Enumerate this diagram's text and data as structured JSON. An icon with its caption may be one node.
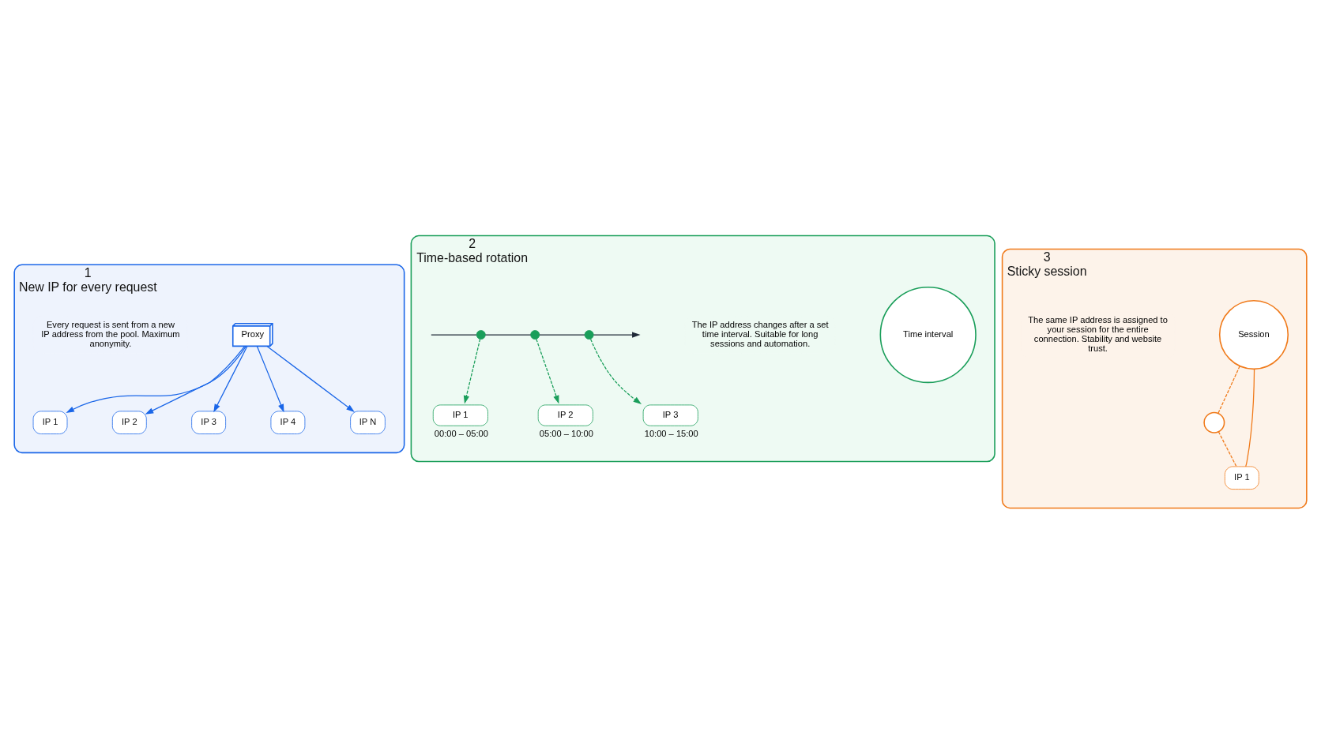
{
  "diagram": {
    "nodes": [
      {
        "text": [
          "1",
          "New IP for every request"
        ]
      },
      {
        "text": [
          "Proxy"
        ],
        "in": 0
      },
      {
        "text": [
          "IP 1"
        ],
        "in": 0
      },
      {
        "text": [
          "IP 2"
        ],
        "in": 0
      },
      {
        "text": [
          "IP 3"
        ],
        "in": 0
      },
      {
        "text": [
          "IP 4"
        ],
        "in": 0
      },
      {
        "text": [
          "IP N"
        ],
        "in": 0
      },
      {
        "text": [
          "Every request is sent from a new IP address from the pool. Maximum anonymity."
        ],
        "in": 0
      },
      {
        "text": [
          "2",
          "Time-based rotation"
        ]
      },
      {
        "text": [
          "Time interval"
        ],
        "in": 8
      },
      {
        "text": [],
        "shape": "circle",
        "in": 8
      },
      {
        "text": [],
        "shape": "circle",
        "in": 8
      },
      {
        "text": [],
        "shape": "circle",
        "in": 8
      },
      {
        "text": [
          "IP 1"
        ],
        "beside": [
          "00:00 – 05:00"
        ],
        "in": 8
      },
      {
        "text": [
          "IP 2"
        ],
        "beside": [
          "05:00 – 10:00"
        ],
        "in": 8
      },
      {
        "text": [
          "IP 3"
        ],
        "beside": [
          "10:00 – 15:00"
        ],
        "in": 8
      },
      {
        "text": [
          "The IP address changes after a set time interval. Suitable for long sessions and automation."
        ],
        "in": 8
      },
      {
        "text": [
          "3",
          "Sticky session"
        ]
      },
      {
        "text": [],
        "shape": "circle",
        "in": 17
      },
      {
        "text": [
          "Session"
        ],
        "in": 17
      },
      {
        "text": [
          "IP 1"
        ],
        "in": 17
      },
      {
        "text": [
          "The same IP address is assigned to your session for the entire connection. Stability and website trust."
        ],
        "in": 17
      }
    ],
    "edges": [
      {
        "from": 1,
        "to": 2,
        "arrow": "to",
        "color": "#1a66e8"
      },
      {
        "from": 1,
        "to": 3,
        "arrow": "to",
        "color": "#1a66e8"
      },
      {
        "from": 1,
        "to": 4,
        "arrow": "to",
        "color": "#1a66e8"
      },
      {
        "from": 1,
        "to": 5,
        "arrow": "to",
        "color": "#1a66e8"
      },
      {
        "from": 1,
        "to": 6,
        "arrow": "to",
        "color": "#1a66e8"
      },
      {
        "from": null,
        "to": 10,
        "arrow": "none",
        "color": "#1f2937"
      },
      {
        "from": 10,
        "to": 11,
        "arrow": "none",
        "color": "#1f2937"
      },
      {
        "from": 11,
        "to": 12,
        "arrow": "none",
        "color": "#1f2937"
      },
      {
        "from": 12,
        "to": null,
        "arrow": "to",
        "color": "#1f2937"
      },
      {
        "from": 10,
        "to": 13,
        "arrow": "to",
        "style": "dashed",
        "color": "#1a9e5a"
      },
      {
        "from": 11,
        "to": 14,
        "arrow": "to",
        "style": "dashed",
        "color": "#1a9e5a"
      },
      {
        "from": 12,
        "to": 15,
        "arrow": "to",
        "style": "dashed",
        "color": "#1a9e5a"
      },
      {
        "from": 19,
        "to": 20,
        "arrow": "none",
        "color": "#f07a1a"
      },
      {
        "from": 19,
        "to": 18,
        "arrow": "none",
        "style": "dashed",
        "color": "#f07a1a"
      },
      {
        "from": 18,
        "to": 20,
        "arrow": "none",
        "style": "dashed",
        "color": "#f07a1a"
      }
    ]
  }
}
